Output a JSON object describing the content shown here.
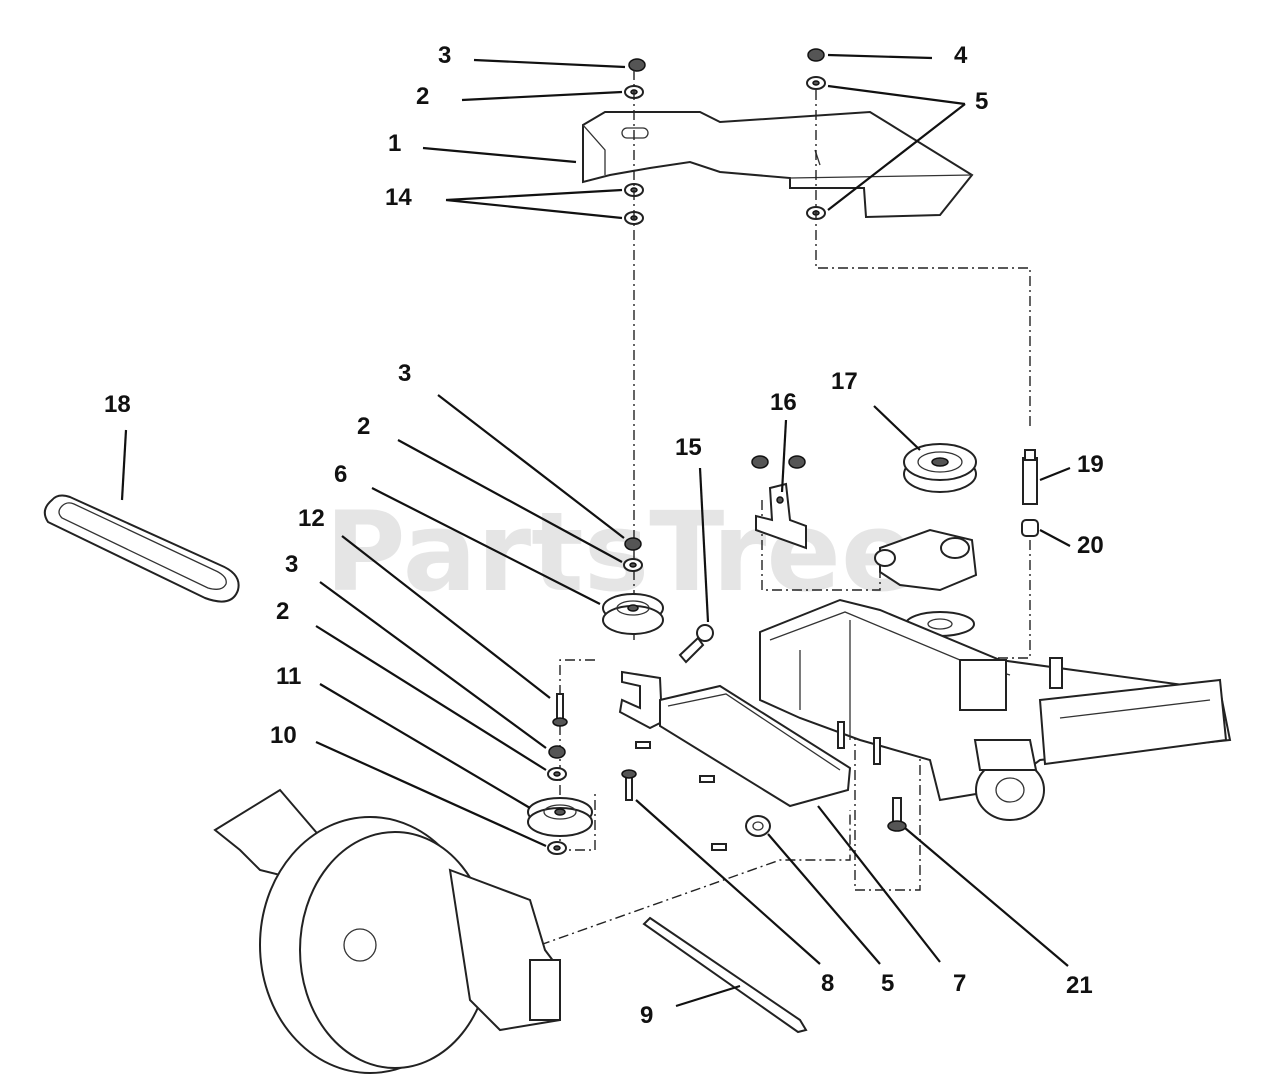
{
  "watermark": "PartsTree",
  "colors": {
    "ink": "#111111",
    "watermark": "#cfcfcf",
    "background": "#ffffff"
  },
  "callouts": {
    "c1": "1",
    "c2a": "2",
    "c3a": "3",
    "c4": "4",
    "c5a": "5",
    "c14": "14",
    "c18": "18",
    "c3b": "3",
    "c2b": "2",
    "c6": "6",
    "c12": "12",
    "c3c": "3",
    "c2c": "2",
    "c11": "11",
    "c10": "10",
    "c15": "15",
    "c16": "16",
    "c17": "17",
    "c19": "19",
    "c20": "20",
    "c21": "21",
    "c7": "7",
    "c5b": "5",
    "c8": "8",
    "c9": "9"
  }
}
